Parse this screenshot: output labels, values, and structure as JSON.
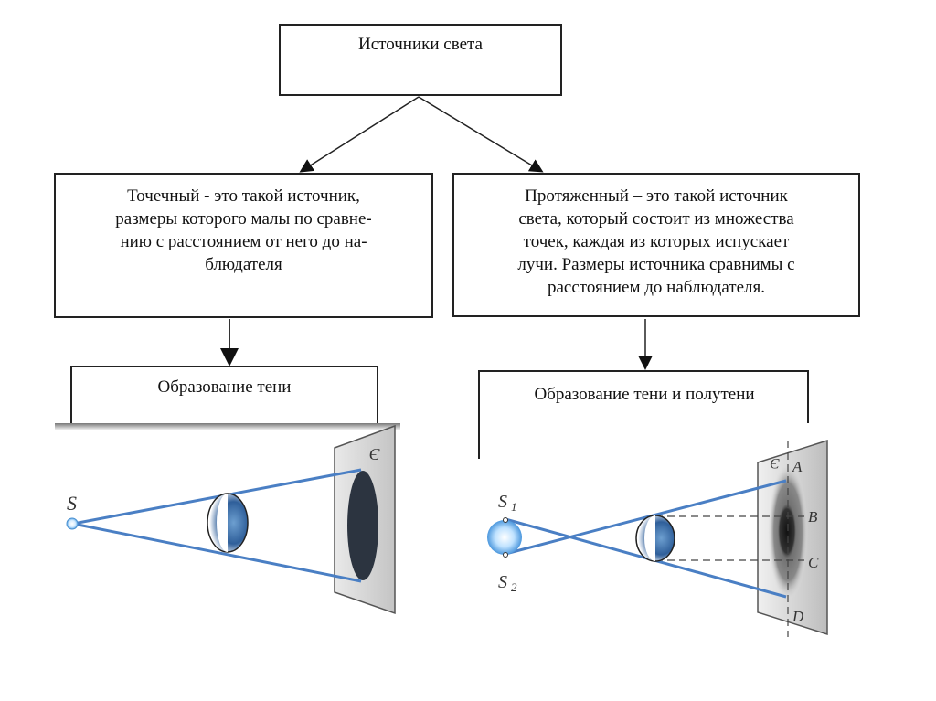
{
  "root": {
    "title": "Источники света"
  },
  "left": {
    "definition_lines": [
      "Точечный - это такой источник,",
      "размеры которого малы по сравне-",
      "нию с расстоянием от него до на-",
      "блюдателя"
    ],
    "sub_title": "Образование тени",
    "figure": {
      "source_label": "S",
      "screen_label": "Э"
    }
  },
  "right": {
    "definition_lines": [
      "Протяженный – это такой источник",
      "света, который состоит из множества",
      "точек, каждая из которых испускает",
      "лучи. Размеры источника сравнимы с",
      "расстоянием до наблюдателя."
    ],
    "sub_title": "Образование тени и полутени",
    "figure": {
      "source_top_label": "S",
      "source_top_sub": "1",
      "source_bottom_label": "S",
      "source_bottom_sub": "2",
      "screen_label": "Э",
      "point_labels": [
        "A",
        "B",
        "C",
        "D"
      ]
    }
  },
  "colors": {
    "ray": "#4a7fc4",
    "box_border": "#222222",
    "shadow": "#2c3440",
    "screen": "#d9d9d9"
  }
}
